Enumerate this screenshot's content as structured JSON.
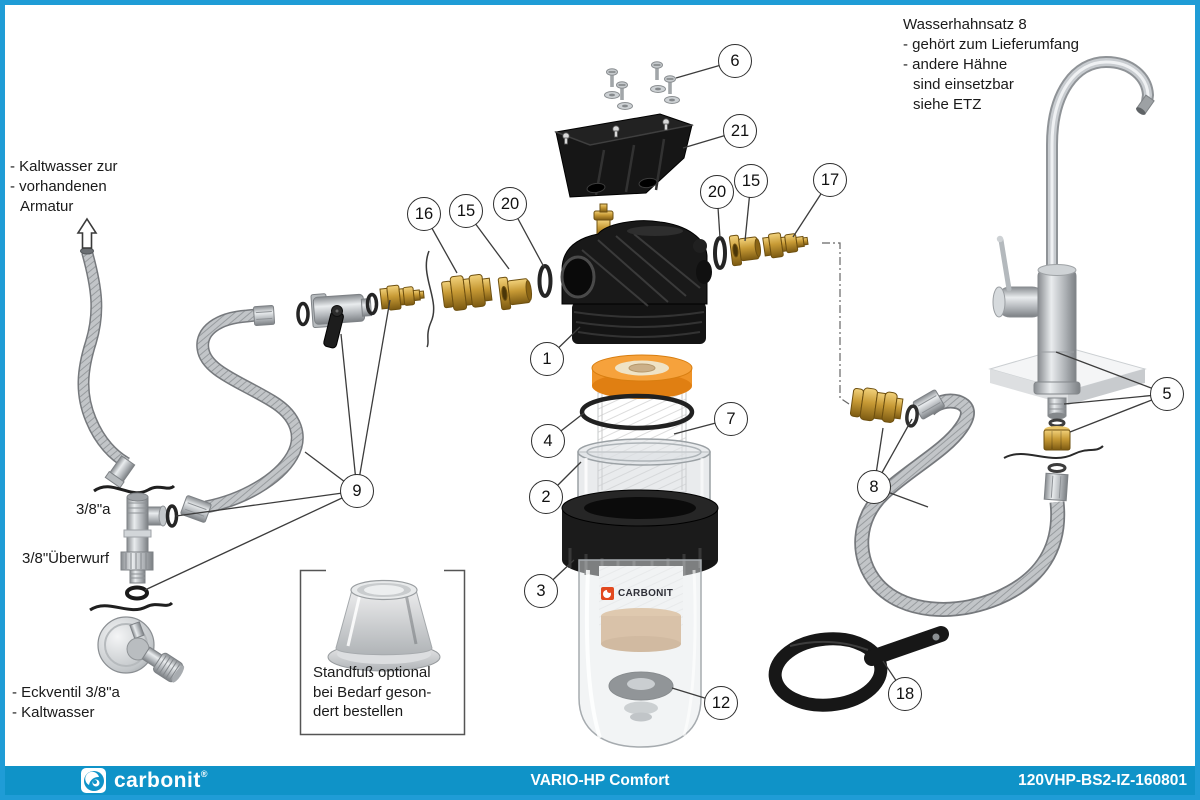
{
  "page": {
    "frame_color": "#1f9cd6",
    "background": "#ffffff"
  },
  "colors": {
    "footer_bar": "#0f93c8",
    "brass": "#c79a35",
    "cartridge_cap_orange": "#f6a23c",
    "logo_orange": "#e2491f"
  },
  "notes": {
    "faucet_set": {
      "title": "Wasserhahnsatz 8",
      "line1": "- gehört zum Lieferumfang",
      "line2": "- andere Hähne",
      "line3": "sind einsetzbar",
      "line4": "siehe ETZ"
    },
    "cold_water": {
      "line1": "- Kaltwasser zur",
      "line2": "- vorhandenen",
      "line3": "Armatur"
    },
    "thread_size": "3/8\"a",
    "union_nut": "3/8\"Überwurf",
    "angle_valve": {
      "line1": "- Eckventil 3/8\"a",
      "line2": "- Kaltwasser"
    },
    "stand_foot": {
      "line1": "Standfuß optional",
      "line2": "bei Bedarf geson-",
      "line3": "dert bestellen"
    }
  },
  "bowl_label": {
    "brand": "CARBONIT"
  },
  "callouts": [
    {
      "label": "6"
    },
    {
      "label": "21"
    },
    {
      "label": "16"
    },
    {
      "label": "15"
    },
    {
      "label": "20"
    },
    {
      "label": "20"
    },
    {
      "label": "15"
    },
    {
      "label": "17"
    },
    {
      "label": "1"
    },
    {
      "label": "4"
    },
    {
      "label": "7"
    },
    {
      "label": "2"
    },
    {
      "label": "3"
    },
    {
      "label": "12"
    },
    {
      "label": "9"
    },
    {
      "label": "5"
    },
    {
      "label": "8"
    },
    {
      "label": "18"
    }
  ],
  "footer": {
    "bar_color": "#0f93c8",
    "brand": "carbonit",
    "registered": "®",
    "model": "VARIO-HP Comfort",
    "code": "120VHP-BS2-IZ-160801"
  }
}
